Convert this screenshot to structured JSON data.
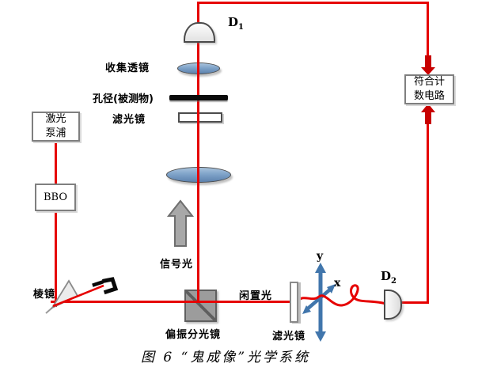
{
  "diagram": {
    "caption": "图 6 “鬼成像”光学系统",
    "detectors": {
      "d1_letter": "D",
      "d1_sub": "1",
      "d2_letter": "D",
      "d2_sub": "2"
    },
    "labels": {
      "collection_lens": "收集透镜",
      "aperture": "孔径(被测物)",
      "filter_signal": "滤光镜",
      "signal_light": "信号光",
      "prism": "棱镜",
      "pbs": "偏振分光镜",
      "idler_light": "闲置光",
      "filter_idler": "滤光镜"
    },
    "boxes": {
      "laser_pump": {
        "line1": "激光",
        "line2": "泵浦"
      },
      "bbo": "BBO",
      "coincidence": {
        "line1": "符合计",
        "line2": "数电路"
      }
    },
    "axes": {
      "x": "x",
      "y": "y"
    },
    "colors": {
      "beam_red": "#e60000",
      "arrow_red": "#c80000",
      "axis_blue": "#4176ac",
      "component_gray": "#9c9c9c",
      "lens_blue": "#7fa3c9"
    }
  }
}
